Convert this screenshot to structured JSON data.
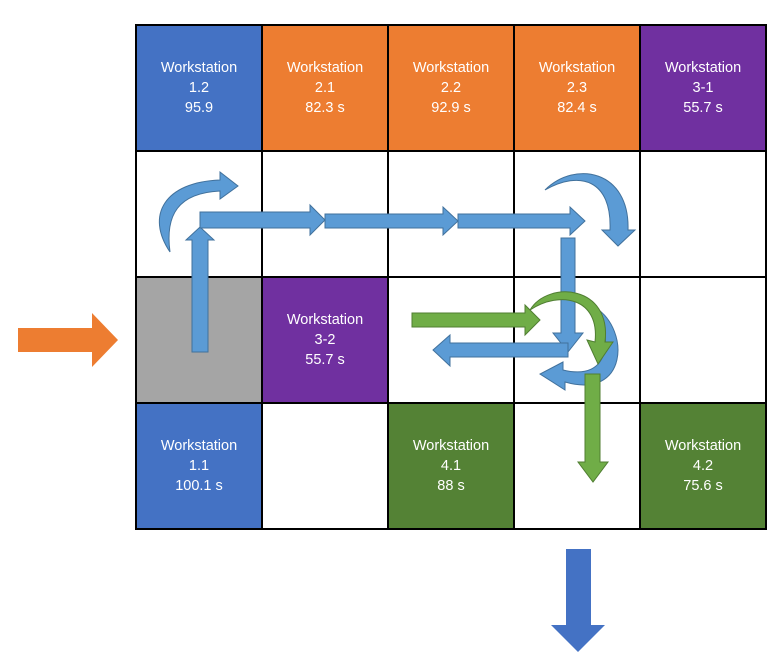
{
  "colors": {
    "workstation_1": "#4472c4",
    "workstation_2": "#ed7d31",
    "workstation_3": "#7030a0",
    "workstation_4": "#548235",
    "blocked": "#a5a5a5",
    "empty": "#ffffff",
    "flow_blue": "#5b9bd5",
    "flow_green": "#70ad47",
    "input_arrow": "#ed7d31",
    "output_arrow": "#4472c4"
  },
  "grid": {
    "cells": [
      {
        "title": "Workstation",
        "id": "1.2",
        "time": "95.9",
        "color": "workstation_1"
      },
      {
        "title": "Workstation",
        "id": "2.1",
        "time": "82.3 s",
        "color": "workstation_2"
      },
      {
        "title": "Workstation",
        "id": "2.2",
        "time": "92.9 s",
        "color": "workstation_2"
      },
      {
        "title": "Workstation",
        "id": "2.3",
        "time": "82.4 s",
        "color": "workstation_2"
      },
      {
        "title": "Workstation",
        "id": "3-1",
        "time": "55.7 s",
        "color": "workstation_3"
      },
      {
        "color": "empty"
      },
      {
        "color": "empty"
      },
      {
        "color": "empty"
      },
      {
        "color": "empty"
      },
      {
        "color": "empty"
      },
      {
        "color": "blocked"
      },
      {
        "title": "Workstation",
        "id": "3-2",
        "time": "55.7 s",
        "color": "workstation_3"
      },
      {
        "color": "empty"
      },
      {
        "color": "empty"
      },
      {
        "color": "empty"
      },
      {
        "title": "Workstation",
        "id": "1.1",
        "time": "100.1 s",
        "color": "workstation_1"
      },
      {
        "color": "empty"
      },
      {
        "title": "Workstation",
        "id": "4.1",
        "time": "88 s",
        "color": "workstation_4"
      },
      {
        "color": "empty"
      },
      {
        "title": "Workstation",
        "id": "4.2",
        "time": "75.6 s",
        "color": "workstation_4"
      }
    ]
  }
}
